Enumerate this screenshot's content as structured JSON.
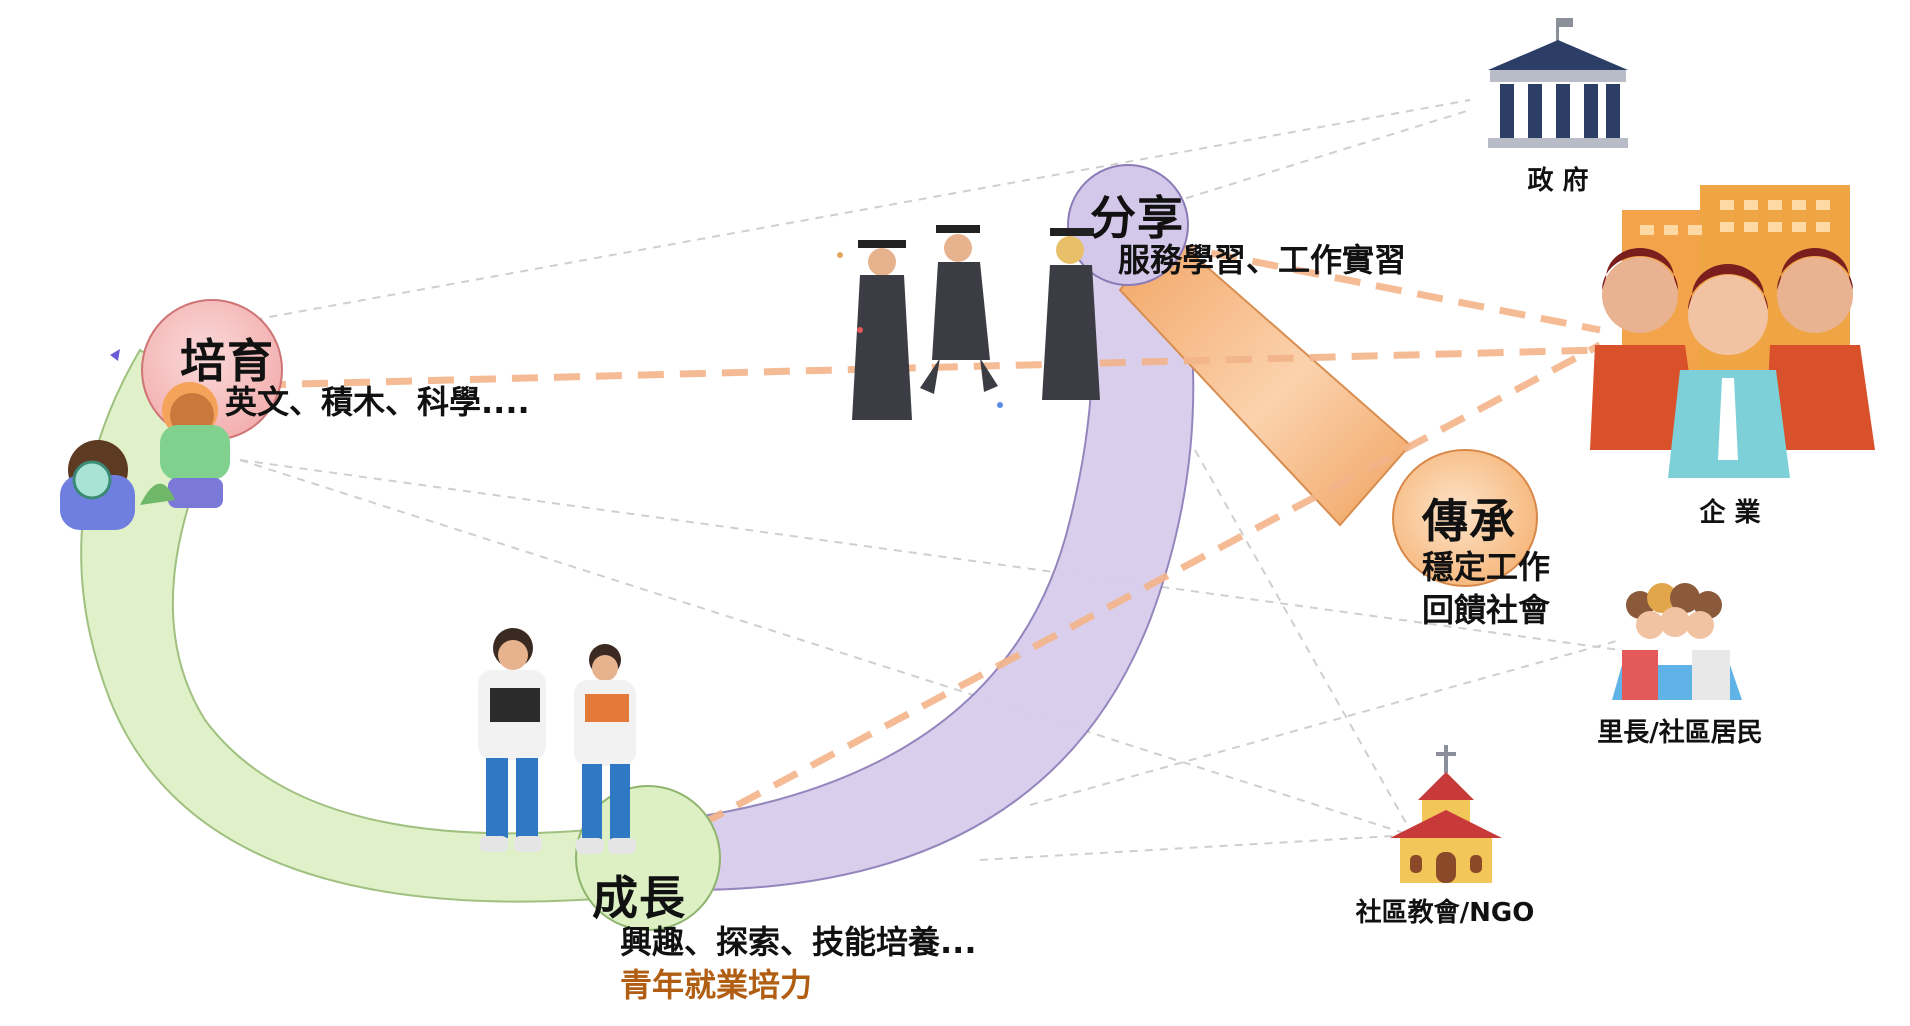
{
  "colors": {
    "green": "#d7eebc",
    "green_stroke": "#8fb46d",
    "purple": "#d3c8ea",
    "purple_stroke": "#8b7bb5",
    "orange": "#f6b982",
    "orange_stroke": "#d8894a",
    "pink": "#f7c3c3",
    "pink_stroke": "#cf6f6f",
    "dashed_orange": "#f2b48b",
    "thin_dash": "#c9c9c9",
    "highlight_text": "#b15d12"
  },
  "stages": {
    "nurture": {
      "title": "培育",
      "desc": "英文、積木、科學...."
    },
    "growth": {
      "title": "成長",
      "desc": "興趣、探索、技能培養...",
      "highlight": "青年就業培力"
    },
    "sharing": {
      "title": "分享",
      "desc": "服務學習、工作實習"
    },
    "legacy": {
      "title": "傳承",
      "desc_line1": "穩定工作",
      "desc_line2": "回饋社會"
    }
  },
  "stakeholders": {
    "government": {
      "label": "政 府",
      "icon": "government-building-icon"
    },
    "enterprise": {
      "label": "企 業",
      "icon": "business-people-icon"
    },
    "residents": {
      "label": "里長/社區居民",
      "icon": "community-group-icon"
    },
    "church": {
      "label": "社區教會/NGO",
      "icon": "church-icon"
    }
  }
}
